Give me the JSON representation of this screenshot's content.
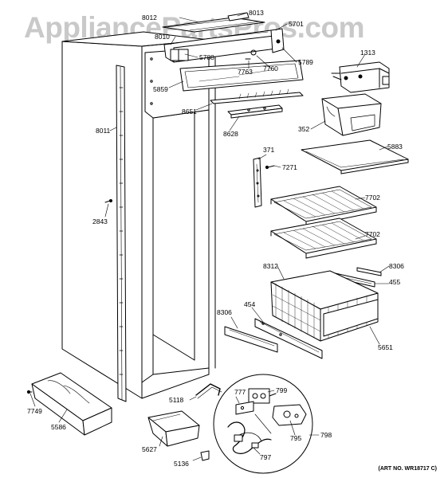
{
  "watermark": "AppliancePartsPros.com",
  "art_number": "(ART NO. WR18717 C)",
  "callouts": {
    "p8012": "8012",
    "p8013": "8013",
    "p5701": "5701",
    "p8010": "8010",
    "p5788": "5788",
    "p5789": "5789",
    "p7763": "7763",
    "p7760": "7760",
    "p1313": "1313",
    "p5859": "5859",
    "p8011": "8011",
    "p8651": "8651",
    "p8628": "8628",
    "p352": "352",
    "p371": "371",
    "p5883": "5883",
    "p7271": "7271",
    "p7702a": "7702",
    "p2843": "2843",
    "p7702b": "7702",
    "p8312": "8312",
    "p8306a": "8306",
    "p455": "455",
    "p8306b": "8306",
    "p454": "454",
    "p5651": "5651",
    "p7749": "7749",
    "p5586": "5586",
    "p5118": "5118",
    "p777": "777",
    "p799": "799",
    "p5627": "5627",
    "p795": "795",
    "p798": "798",
    "p5136": "5136",
    "p797": "797"
  }
}
